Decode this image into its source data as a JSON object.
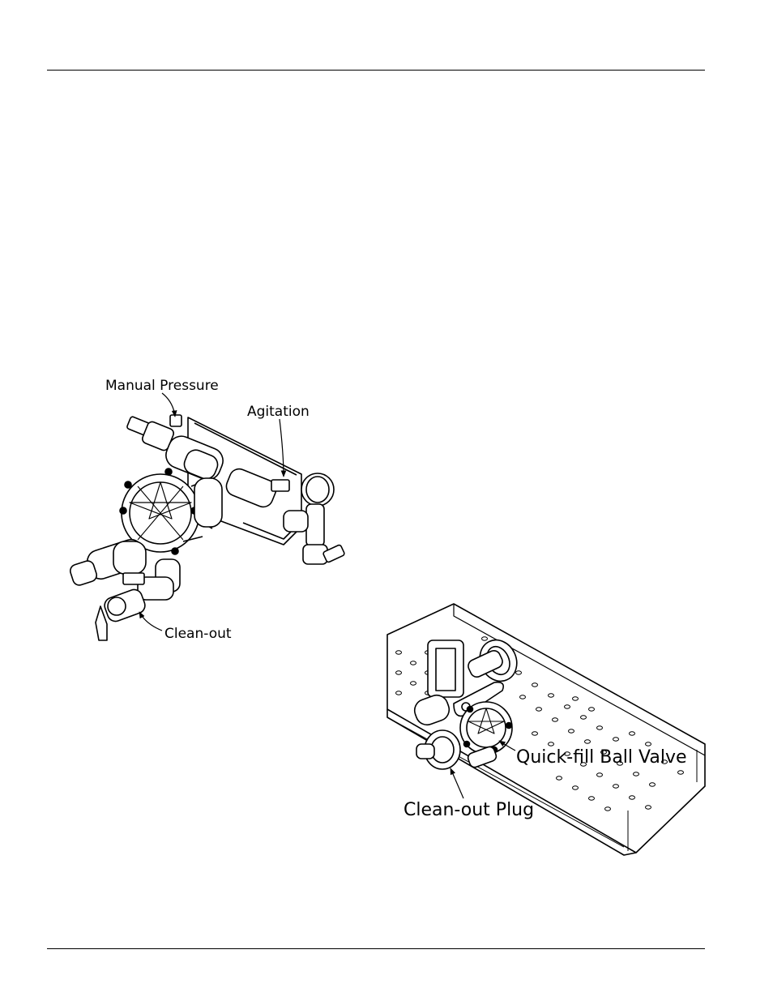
{
  "figure_top": {
    "labels": {
      "manual_pressure": "Manual Pressure",
      "agitation": "Agitation",
      "clean_out": "Clean-out"
    }
  },
  "figure_bottom": {
    "labels": {
      "quick_fill_ball_valve": "Quick-fill Ball Valve",
      "clean_out_plug": "Clean-out Plug"
    }
  }
}
